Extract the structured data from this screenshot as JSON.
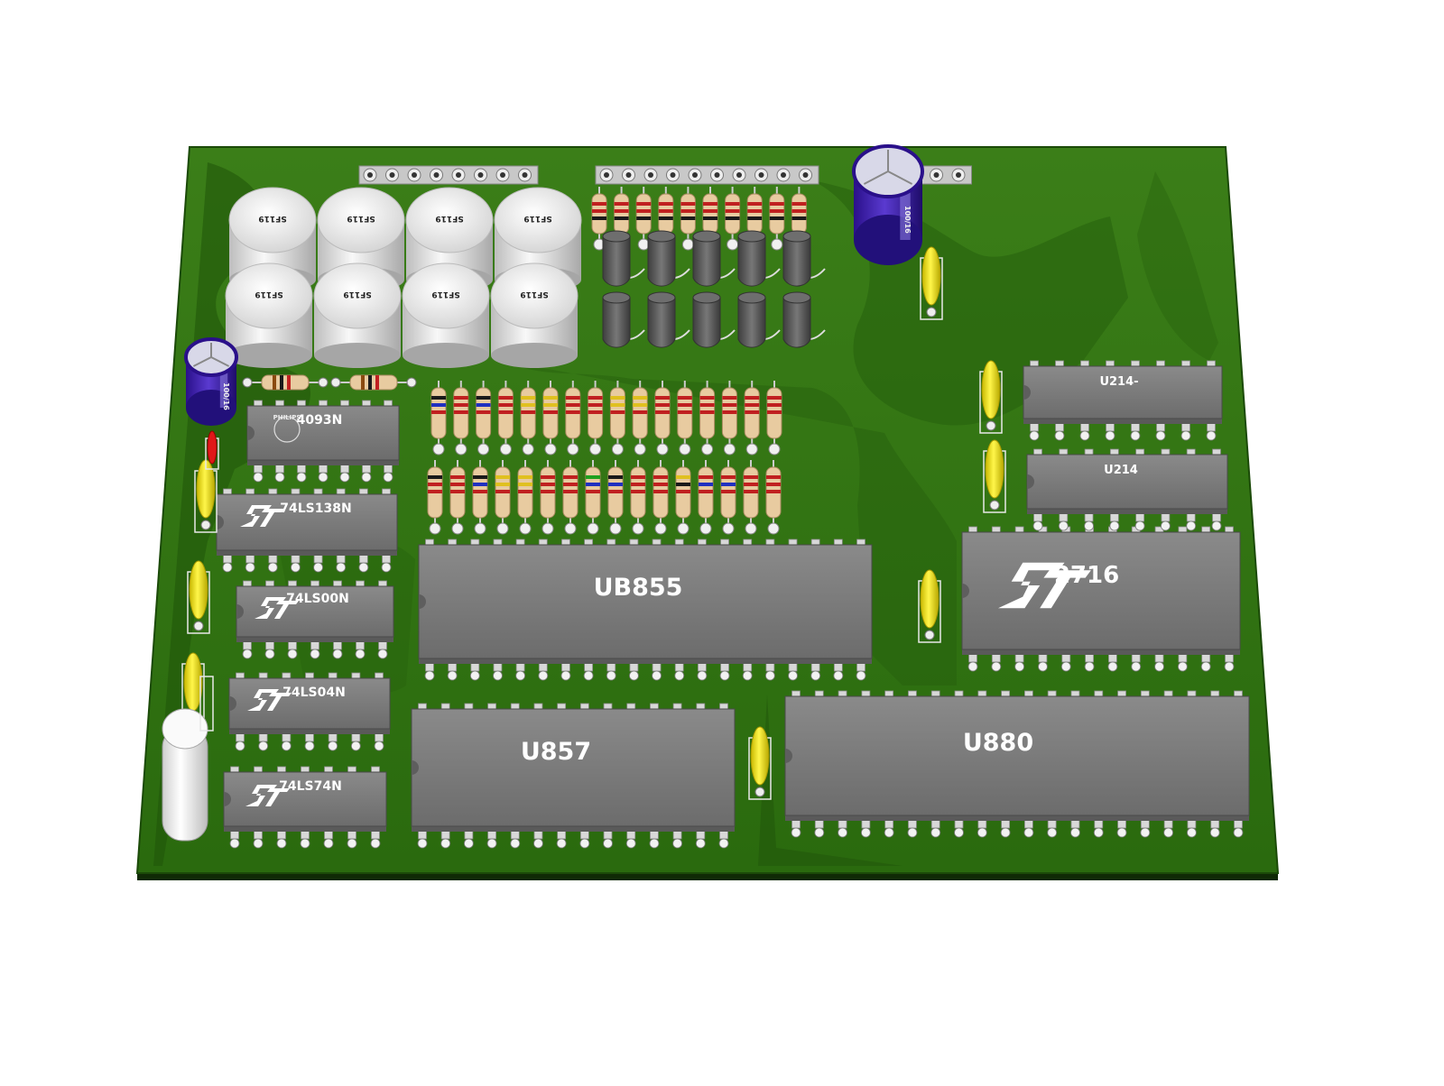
{
  "board": {
    "colors": {
      "pcb": "#2f6f12",
      "pcb_dark": "#1f4f0a",
      "pcb_edge": "#0f2a05",
      "chip_body": "#7a7a7a",
      "chip_pin": "#d8d8d8",
      "cap_white": "#f4f4f4",
      "cap_yellow": "#f0e000",
      "elec_cap": "#3a1aa8",
      "transistor": "#5a5a5a",
      "resistor_body": "#e8cba0"
    }
  },
  "labels": {
    "sfl": "SF119",
    "philips": "PHILIPS",
    "elec_cap": "100/16"
  },
  "chips": [
    {
      "id": "ic-4093",
      "label": "4093N",
      "logo": "philips"
    },
    {
      "id": "ic-74ls138",
      "label": "74LS138N",
      "logo": "st"
    },
    {
      "id": "ic-74ls00",
      "label": "74LS00N",
      "logo": "st"
    },
    {
      "id": "ic-74ls04",
      "label": "74LS04N",
      "logo": "st"
    },
    {
      "id": "ic-74ls74",
      "label": "74LS74N",
      "logo": "st"
    },
    {
      "id": "ic-ub855",
      "label": "UB855",
      "logo": ""
    },
    {
      "id": "ic-u857",
      "label": "U857",
      "logo": ""
    },
    {
      "id": "ic-u880",
      "label": "U880",
      "logo": ""
    },
    {
      "id": "ic-2716",
      "label": "2716",
      "logo": "st"
    },
    {
      "id": "ic-u214a",
      "label": "U214-",
      "logo": ""
    },
    {
      "id": "ic-u214b",
      "label": "U214",
      "logo": ""
    }
  ],
  "resistor_rows": {
    "row1_bands": [
      [
        "#1a1a1a",
        "#2030c0",
        "#c02020"
      ],
      [
        "#c02020",
        "#c02020",
        "#c02020"
      ],
      [
        "#1a1a1a",
        "#2030c0",
        "#c02020"
      ],
      [
        "#c02020",
        "#c02020",
        "#c02020"
      ],
      [
        "#e0c020",
        "#e0c020",
        "#c02020"
      ],
      [
        "#e0c020",
        "#e0c020",
        "#c02020"
      ],
      [
        "#c02020",
        "#c02020",
        "#c02020"
      ],
      [
        "#c02020",
        "#c02020",
        "#c02020"
      ],
      [
        "#e0c020",
        "#e0c020",
        "#c02020"
      ],
      [
        "#e0c020",
        "#e0c020",
        "#c02020"
      ],
      [
        "#c02020",
        "#c02020",
        "#c02020"
      ],
      [
        "#c02020",
        "#c02020",
        "#c02020"
      ],
      [
        "#c02020",
        "#c02020",
        "#c02020"
      ],
      [
        "#c02020",
        "#c02020",
        "#c02020"
      ],
      [
        "#c02020",
        "#c02020",
        "#c02020"
      ],
      [
        "#c02020",
        "#c02020",
        "#c02020"
      ]
    ],
    "row2_bands": [
      [
        "#1a1a1a",
        "#c02020",
        "#c02020"
      ],
      [
        "#c02020",
        "#c02020",
        "#c02020"
      ],
      [
        "#1a1a1a",
        "#2030c0",
        "#c02020"
      ],
      [
        "#e0c020",
        "#e0c020",
        "#c02020"
      ],
      [
        "#e0c020",
        "#e0c020",
        "#c02020"
      ],
      [
        "#c02020",
        "#c02020",
        "#c02020"
      ],
      [
        "#c02020",
        "#c02020",
        "#c02020"
      ],
      [
        "#20a020",
        "#2030c0",
        "#c02020"
      ],
      [
        "#1a1a1a",
        "#2030c0",
        "#c02020"
      ],
      [
        "#c02020",
        "#c02020",
        "#c02020"
      ],
      [
        "#c02020",
        "#c02020",
        "#c02020"
      ],
      [
        "#e0c020",
        "#1a1a1a",
        "#c02020"
      ],
      [
        "#c02020",
        "#2030c0",
        "#c02020"
      ],
      [
        "#c02020",
        "#2030c0",
        "#c02020"
      ],
      [
        "#c02020",
        "#c02020",
        "#c02020"
      ],
      [
        "#c02020",
        "#c02020",
        "#c02020"
      ]
    ],
    "top_row_bands": [
      [
        "#c02020",
        "#c02020",
        "#1a1a1a"
      ],
      [
        "#c02020",
        "#c02020",
        "#1a1a1a"
      ],
      [
        "#c02020",
        "#c02020",
        "#1a1a1a"
      ],
      [
        "#c02020",
        "#c02020",
        "#1a1a1a"
      ],
      [
        "#c02020",
        "#c02020",
        "#1a1a1a"
      ],
      [
        "#c02020",
        "#c02020",
        "#1a1a1a"
      ],
      [
        "#c02020",
        "#c02020",
        "#1a1a1a"
      ],
      [
        "#c02020",
        "#c02020",
        "#1a1a1a"
      ],
      [
        "#c02020",
        "#c02020",
        "#1a1a1a"
      ],
      [
        "#c02020",
        "#c02020",
        "#1a1a1a"
      ]
    ]
  }
}
